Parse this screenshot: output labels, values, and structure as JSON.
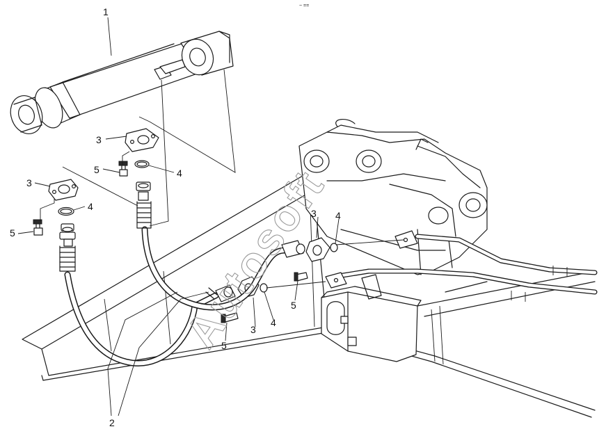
{
  "diagram": {
    "watermark": "Autosoft",
    "corner_mark": "~ ==",
    "callouts": {
      "hydraulic_cylinder": "1",
      "hose_assembly": "2",
      "flange": "3",
      "o_ring": "4",
      "bolt": "5"
    }
  }
}
